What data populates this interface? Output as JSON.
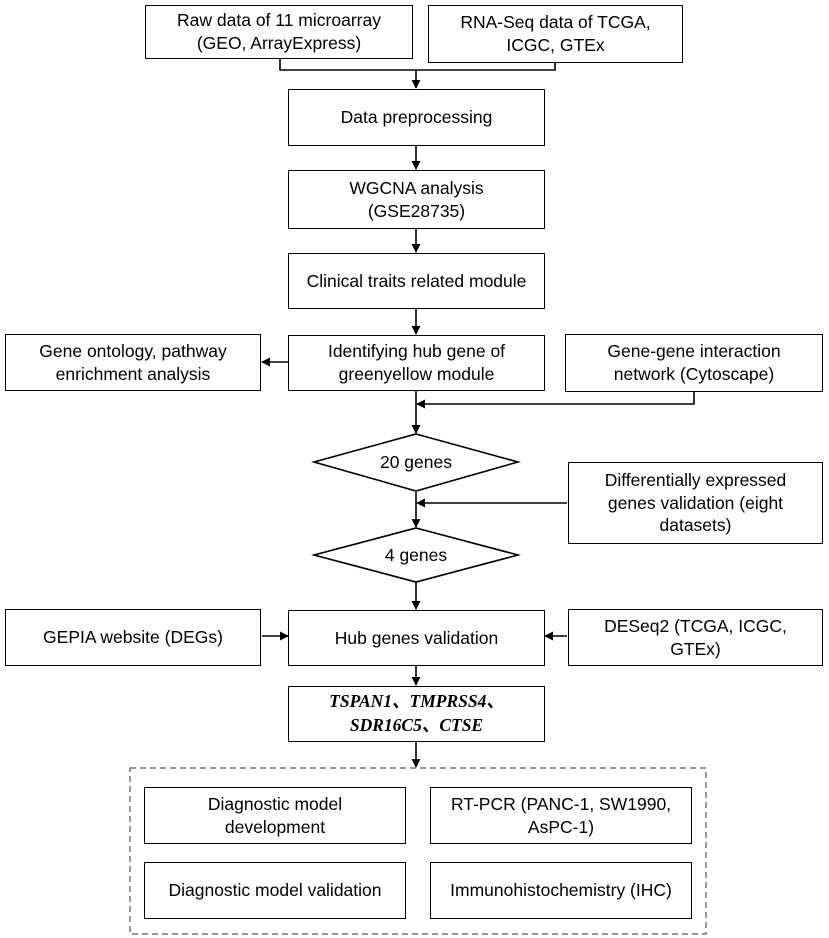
{
  "nodes": {
    "raw_microarray": [
      "Raw data of 11 microarray",
      "(GEO, ArrayExpress)"
    ],
    "rnaseq": [
      "RNA-Seq data of TCGA,",
      "ICGC, GTEx"
    ],
    "preprocessing": [
      "Data preprocessing"
    ],
    "wgcna": [
      "WGCNA analysis",
      "(GSE28735)"
    ],
    "clinical": [
      "Clinical traits related module"
    ],
    "gene_ontology": [
      "Gene ontology, pathway",
      "enrichment analysis"
    ],
    "hub_gene": [
      "Identifying hub gene of",
      "greenyellow module"
    ],
    "interaction": [
      "Gene-gene interaction",
      "network (Cytoscape)"
    ],
    "genes20": "20 genes",
    "diff_expr": [
      "Differentially expressed",
      "genes validation (eight",
      "datasets)"
    ],
    "genes4": "4 genes",
    "gepia": [
      "GEPIA website (DEGs)"
    ],
    "hub_validation": [
      "Hub genes validation"
    ],
    "deseq2": [
      "DESeq2 (TCGA, ICGC,",
      "GTEx)"
    ],
    "final_genes": [
      "TSPAN1、TMPRSS4、",
      "SDR16C5、CTSE"
    ],
    "diag_dev": [
      "Diagnostic model",
      "development"
    ],
    "rtpcr": [
      "RT-PCR (PANC-1, SW1990,",
      "AsPC-1)"
    ],
    "diag_val": [
      "Diagnostic model validation"
    ],
    "ihc": [
      "Immunohistochemistry (IHC)"
    ]
  }
}
